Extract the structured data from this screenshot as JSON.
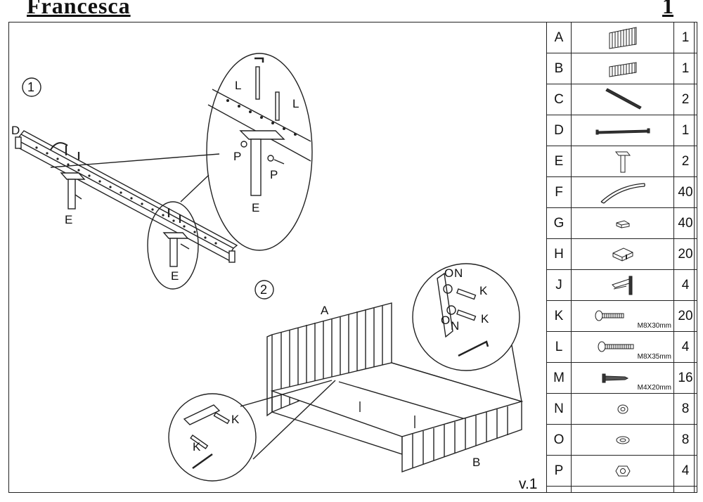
{
  "header": {
    "title": "Francesca",
    "page_number": "1"
  },
  "footer": {
    "version": "v.1"
  },
  "steps": [
    {
      "number": "1",
      "labels": {
        "beam": "D",
        "leg": "E",
        "bolt": "L",
        "nut": "P"
      }
    },
    {
      "number": "2",
      "labels": {
        "headboard": "A",
        "footboard": "B",
        "bolt": "K",
        "washer_o": "O",
        "washer_n": "N"
      }
    }
  ],
  "parts": [
    {
      "letter": "A",
      "qty": "1",
      "icon": "headboard-icon"
    },
    {
      "letter": "B",
      "qty": "1",
      "icon": "footboard-icon"
    },
    {
      "letter": "C",
      "qty": "2",
      "icon": "side-rail-icon"
    },
    {
      "letter": "D",
      "qty": "1",
      "icon": "center-beam-icon"
    },
    {
      "letter": "E",
      "qty": "2",
      "icon": "support-leg-icon"
    },
    {
      "letter": "F",
      "qty": "40",
      "icon": "slat-icon"
    },
    {
      "letter": "G",
      "qty": "40",
      "icon": "slat-holder-icon"
    },
    {
      "letter": "H",
      "qty": "20",
      "icon": "double-holder-icon"
    },
    {
      "letter": "J",
      "qty": "4",
      "icon": "bracket-icon"
    },
    {
      "letter": "K",
      "qty": "20",
      "icon": "bolt-icon",
      "dimension": "M8X30mm"
    },
    {
      "letter": "L",
      "qty": "4",
      "icon": "bolt-icon",
      "dimension": "M8X35mm"
    },
    {
      "letter": "M",
      "qty": "16",
      "icon": "screw-icon",
      "dimension": "M4X20mm"
    },
    {
      "letter": "N",
      "qty": "8",
      "icon": "spring-washer-icon"
    },
    {
      "letter": "O",
      "qty": "8",
      "icon": "flat-washer-icon"
    },
    {
      "letter": "P",
      "qty": "4",
      "icon": "hex-nut-icon"
    }
  ]
}
